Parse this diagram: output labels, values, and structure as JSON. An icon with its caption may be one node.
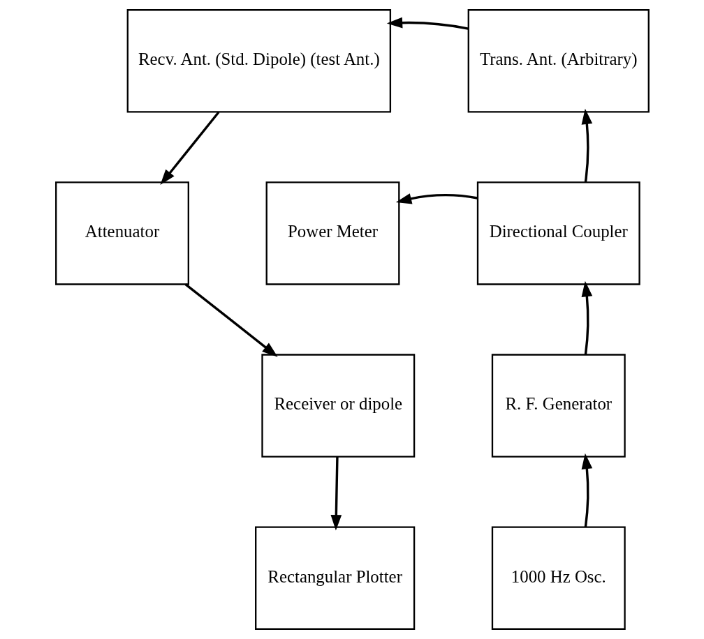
{
  "diagram": {
    "nodes": [
      {
        "text": [
          "Recv. Ant. (Std. Dipole) (test Ant.)"
        ]
      },
      {
        "text": [
          "Trans. Ant. (Arbitrary)"
        ]
      },
      {
        "text": [
          "Attenuator"
        ]
      },
      {
        "text": [
          "Power Meter"
        ]
      },
      {
        "text": [
          "Directional Coupler"
        ]
      },
      {
        "text": [
          "Receiver or dipole"
        ]
      },
      {
        "text": [
          "R. F. Generator"
        ]
      },
      {
        "text": [
          "Rectangular Plotter"
        ]
      },
      {
        "text": [
          "1000 Hz Osc."
        ]
      }
    ],
    "edges": [
      {
        "from": 1,
        "to": 0,
        "arrow": "to"
      },
      {
        "from": 0,
        "to": 2,
        "arrow": "to"
      },
      {
        "from": 4,
        "to": 1,
        "arrow": "to"
      },
      {
        "from": 4,
        "to": 3,
        "arrow": "to"
      },
      {
        "from": 2,
        "to": 5,
        "arrow": "to"
      },
      {
        "from": 6,
        "to": 4,
        "arrow": "to"
      },
      {
        "from": 5,
        "to": 7,
        "arrow": "to"
      },
      {
        "from": 8,
        "to": 6,
        "arrow": "to"
      }
    ]
  }
}
